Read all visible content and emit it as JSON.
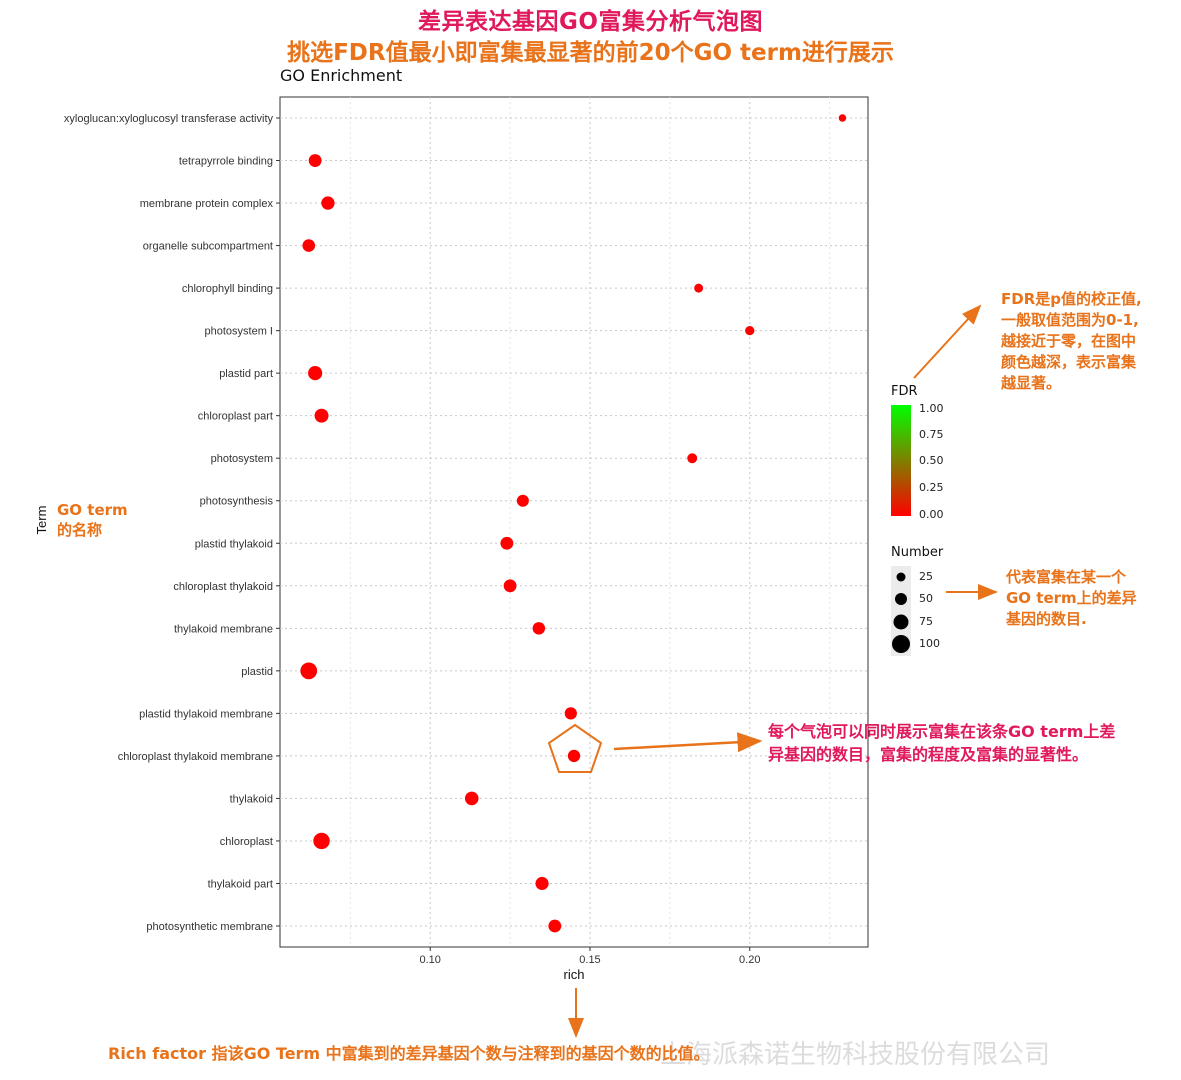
{
  "header": {
    "line1": "差异表达基因GO富集分析气泡图",
    "line2": "挑选FDR值最小即富集最显著的前20个GO term进行展示"
  },
  "annotations": {
    "fdr_note": [
      "FDR是p值的校正值,",
      "一般取值范围为0-1,",
      "越接近于零，在图中",
      "颜色越深，表示富集",
      "越显著。"
    ],
    "number_note": [
      "代表富集在某一个",
      "GO term上的差异",
      "基因的数目."
    ],
    "bubble_note": [
      "每个气泡可以同时展示富集在该条GO term上差",
      "异基因的数目，富集的程度及富集的显著性。"
    ],
    "term_note": [
      "GO term",
      "的名称"
    ],
    "rich_note": "Rich factor 指该GO Term 中富集到的差异基因个数与注释到的基因个数的比值。",
    "watermark": "上海派森诺生物科技股份有限公司"
  },
  "colors": {
    "annotation_orange": "#e8731a",
    "annotation_pink": "#e0195b",
    "bubble": "#ff0000",
    "grid": "#c8c8c8"
  },
  "chart_data": {
    "type": "scatter",
    "title": "GO Enrichment",
    "xlabel": "rich",
    "ylabel": "Term",
    "xlim": [
      0.053,
      0.237
    ],
    "xticks": [
      0.1,
      0.15,
      0.2
    ],
    "xtick_labels": [
      "0.10",
      "0.15",
      "0.20"
    ],
    "grid": true,
    "terms": [
      "xyloglucan:xyloglucosyl transferase activity",
      "tetrapyrrole binding",
      "membrane protein complex",
      "organelle subcompartment",
      "chlorophyll binding",
      "photosystem I",
      "plastid part",
      "chloroplast part",
      "photosystem",
      "photosynthesis",
      "plastid thylakoid",
      "chloroplast thylakoid",
      "thylakoid membrane",
      "plastid",
      "plastid thylakoid membrane",
      "chloroplast thylakoid membrane",
      "thylakoid",
      "chloroplast",
      "thylakoid part",
      "photosynthetic membrane"
    ],
    "rich": [
      0.229,
      0.064,
      0.068,
      0.062,
      0.184,
      0.2,
      0.064,
      0.066,
      0.182,
      0.129,
      0.124,
      0.125,
      0.134,
      0.062,
      0.144,
      0.145,
      0.113,
      0.066,
      0.135,
      0.139
    ],
    "number": [
      4,
      40,
      45,
      38,
      10,
      12,
      55,
      52,
      16,
      32,
      40,
      40,
      36,
      90,
      34,
      35,
      48,
      85,
      43,
      40
    ],
    "fdr": [
      0.01,
      0.0,
      0.0,
      0.0,
      0.0,
      0.0,
      0.0,
      0.0,
      0.0,
      0.0,
      0.0,
      0.0,
      0.0,
      0.0,
      0.0,
      0.0,
      0.0,
      0.0,
      0.0,
      0.0
    ],
    "legend_fdr": {
      "title": "FDR",
      "ticks": [
        "1.00",
        "0.75",
        "0.50",
        "0.25",
        "0.00"
      ],
      "color_high": "#00ff00",
      "color_low": "#ff0000"
    },
    "legend_number": {
      "title": "Number",
      "values": [
        25,
        50,
        75,
        100
      ]
    }
  }
}
